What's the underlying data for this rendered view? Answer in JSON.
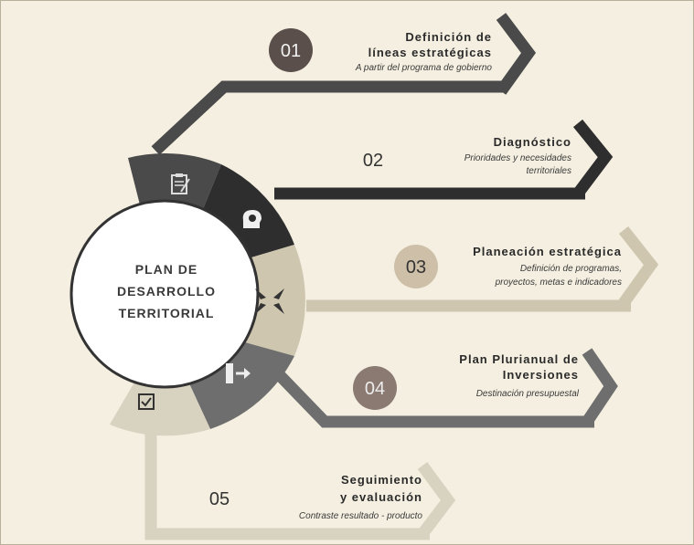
{
  "center": {
    "lines": [
      "PLAN DE",
      "DESARROLLO",
      "TERRITORIAL"
    ]
  },
  "steps": [
    {
      "number": "01",
      "title_lines": [
        "Definición de",
        "líneas estratégicas"
      ],
      "subtitle_lines": [
        "A partir del programa de gobierno"
      ]
    },
    {
      "number": "02",
      "title_lines": [
        "Diagnóstico"
      ],
      "subtitle_lines": [
        "Prioridades y necesidades",
        "territoriales"
      ]
    },
    {
      "number": "03",
      "title_lines": [
        "Planeación estratégica"
      ],
      "subtitle_lines": [
        "Definición de programas,",
        "proyectos, metas e indicadores"
      ]
    },
    {
      "number": "04",
      "title_lines": [
        "Plan Plurianual de",
        "Inversiones"
      ],
      "subtitle_lines": [
        "Destinación presupuestal"
      ]
    },
    {
      "number": "05",
      "title_lines": [
        "Seguimiento",
        "y evaluación"
      ],
      "subtitle_lines": [
        "Contraste resultado - producto"
      ]
    }
  ],
  "colors": {
    "step1": "#4a4a4a",
    "step2": "#2e2e2e",
    "step3": "#cfc6b0",
    "step4": "#6e6e6e",
    "step5": "#d8d2c0",
    "circle_01": "#5a4f4a",
    "circle_03": "#cdbfa8",
    "circle_04": "#8a7a72"
  },
  "icons": [
    "clipboard-icon",
    "head-gear-icon",
    "arrows-converge-icon",
    "exit-door-icon",
    "checkbox-icon"
  ]
}
